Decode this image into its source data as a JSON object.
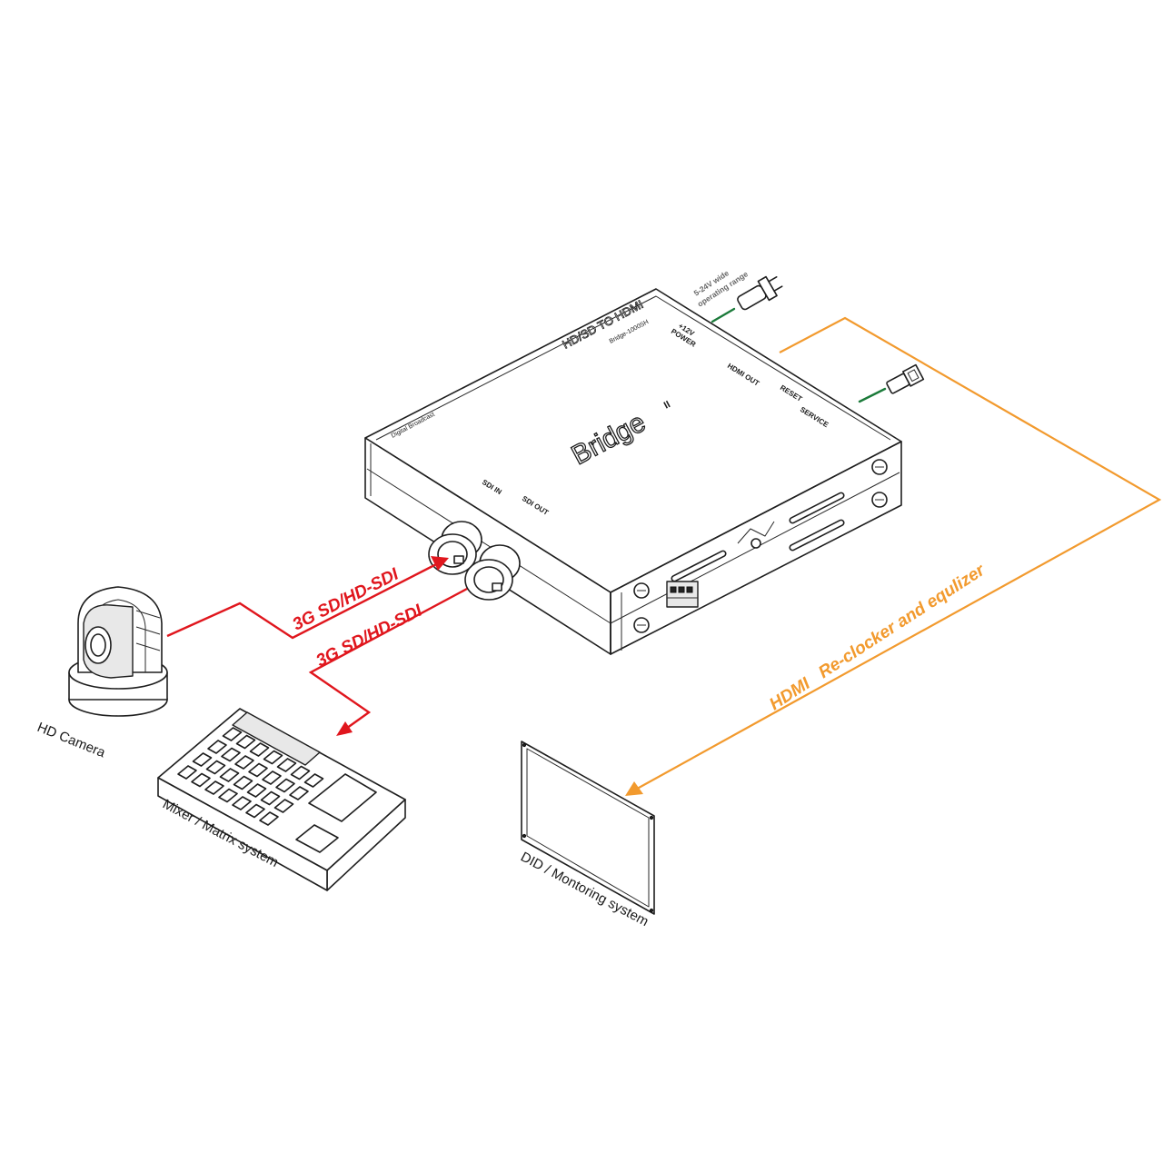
{
  "devices": {
    "camera_label": "HD Camera",
    "mixer_label": "Mixer / Matrix system",
    "monitor_label": "DID / Montoring system"
  },
  "converter": {
    "brand": "Bridge",
    "brand_superscript": "II",
    "format_line": "HD/SD TO HDMI",
    "model": "Bridge-1000SH",
    "maker": "Digital Broadcast",
    "sdi_in_label": "SDI IN",
    "sdi_out_label": "SDI OUT",
    "power_label": "POWER",
    "power_voltage": "+12V",
    "hdmi_out_label": "HDMI OUT",
    "reset_label": "RESET",
    "service_label": "SERVICE"
  },
  "power": {
    "note_line1": "5-24V wide",
    "note_line2": "operating range"
  },
  "links": {
    "sdi_in_label": "3G SD/HD-SDI",
    "sdi_out_label": "3G SD/HD-SDI",
    "hdmi_label": "HDMI   Re-clocker and equlizer"
  },
  "colors": {
    "sdi_wire": "#e0161d",
    "hdmi_wire": "#f29a2e",
    "power_wire": "#1b7a3a"
  }
}
